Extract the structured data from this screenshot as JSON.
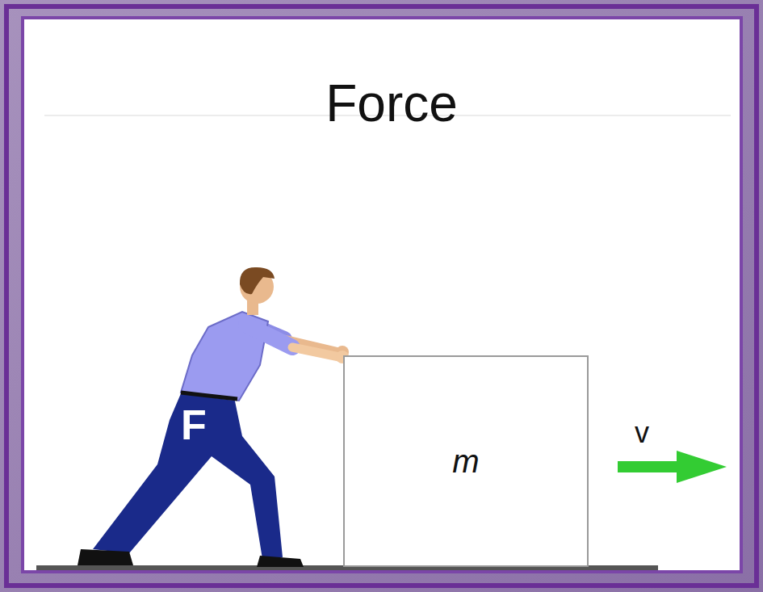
{
  "diagram": {
    "title": "Force",
    "nodes": [
      {
        "text": [
          "m"
        ]
      }
    ],
    "labels": [
      "F",
      "v"
    ]
  }
}
